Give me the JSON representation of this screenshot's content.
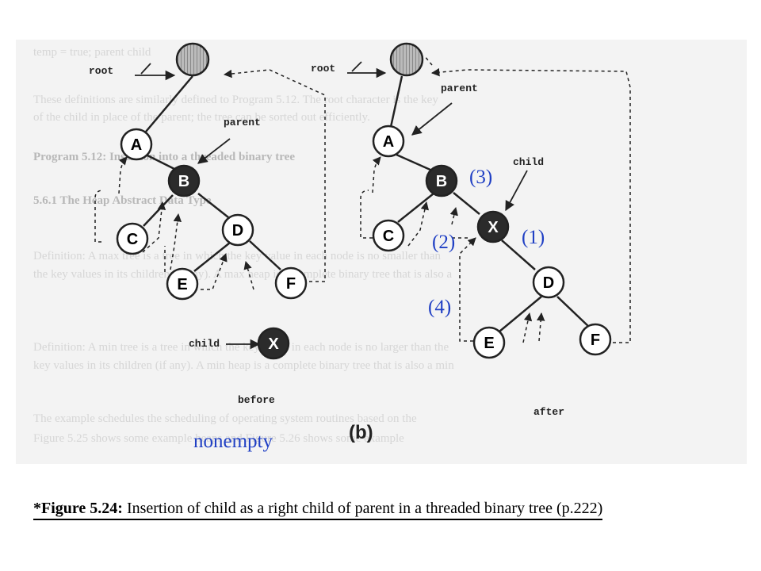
{
  "diagram": {
    "root_label": "root",
    "parent_label": "parent",
    "child_label": "child",
    "before_label": "before",
    "after_label": "after",
    "sub_label": "(b)",
    "nodes": {
      "A": "A",
      "B": "B",
      "C": "C",
      "D": "D",
      "E": "E",
      "F": "F",
      "X": "X"
    },
    "steps": [
      "(1)",
      "(2)",
      "(3)",
      "(4)"
    ],
    "note": "nonempty",
    "colors": {
      "annotation": "#1f3fc4",
      "node_dark": "#2b2b2b",
      "node_light": "#ffffff"
    }
  },
  "caption": {
    "figure": "*Figure 5.24:",
    "text": " Insertion of child as a right child of parent in a threaded binary tree (p.222)"
  }
}
